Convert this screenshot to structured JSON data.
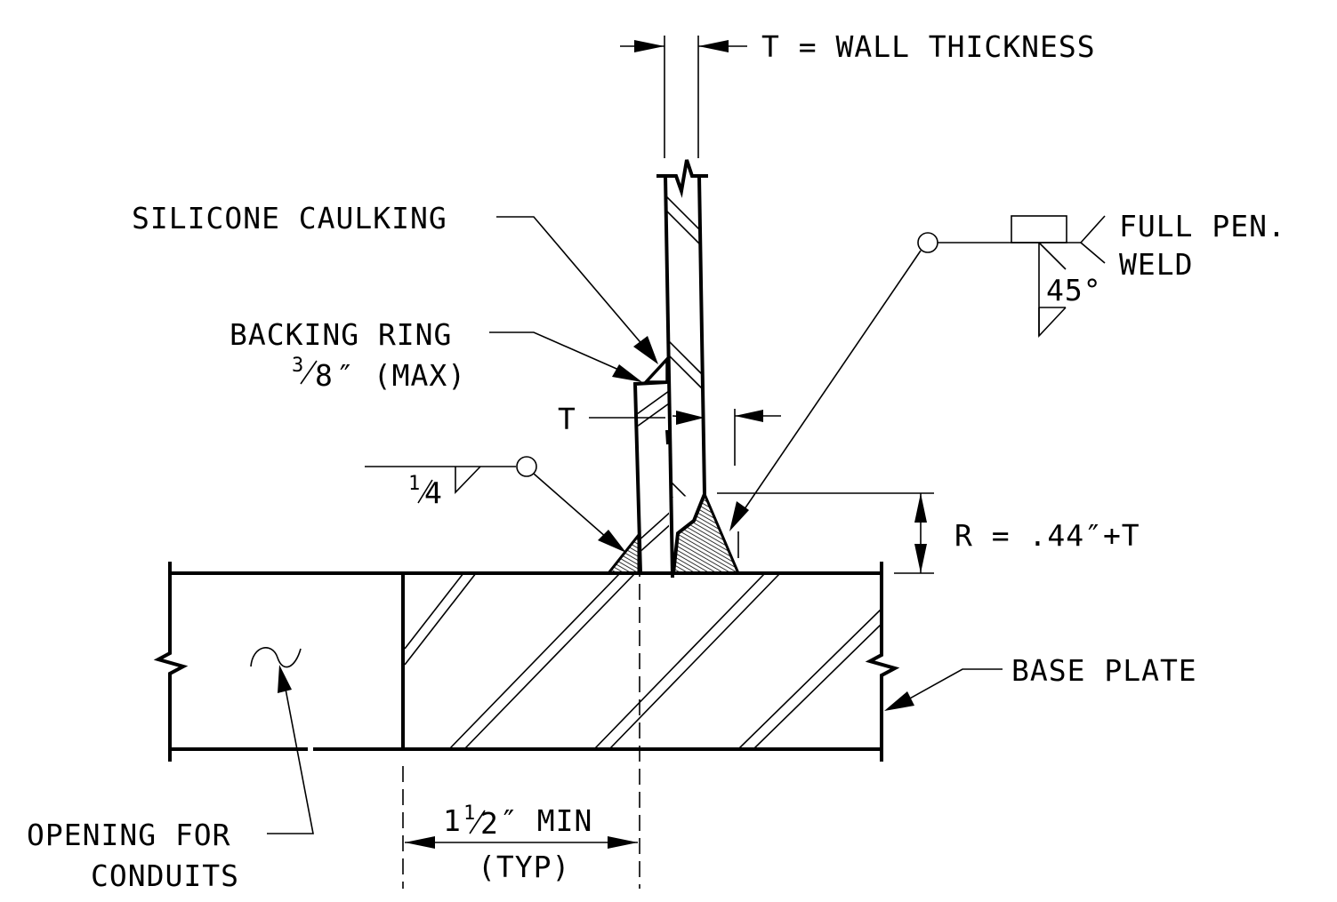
{
  "labels": {
    "wall_thickness": "T = WALL THICKNESS",
    "silicone_caulking": "SILICONE CAULKING",
    "backing_ring": "BACKING RING",
    "backing_ring_max_num": "3",
    "backing_ring_max_den": "8",
    "backing_ring_max_rest": "″ (MAX)",
    "t_marker": "T",
    "fillet_num": "1",
    "fillet_den": "4",
    "full_pen_1": "FULL PEN.",
    "full_pen_2": "WELD",
    "angle": "45°",
    "r_dim": "R = .44″+T",
    "base_plate": "BASE PLATE",
    "opening_1": "OPENING FOR",
    "opening_2": "CONDUITS",
    "min_whole": "1",
    "min_num": "1",
    "min_den": "2",
    "min_rest": "″ MIN",
    "typ": "(TYP)"
  }
}
